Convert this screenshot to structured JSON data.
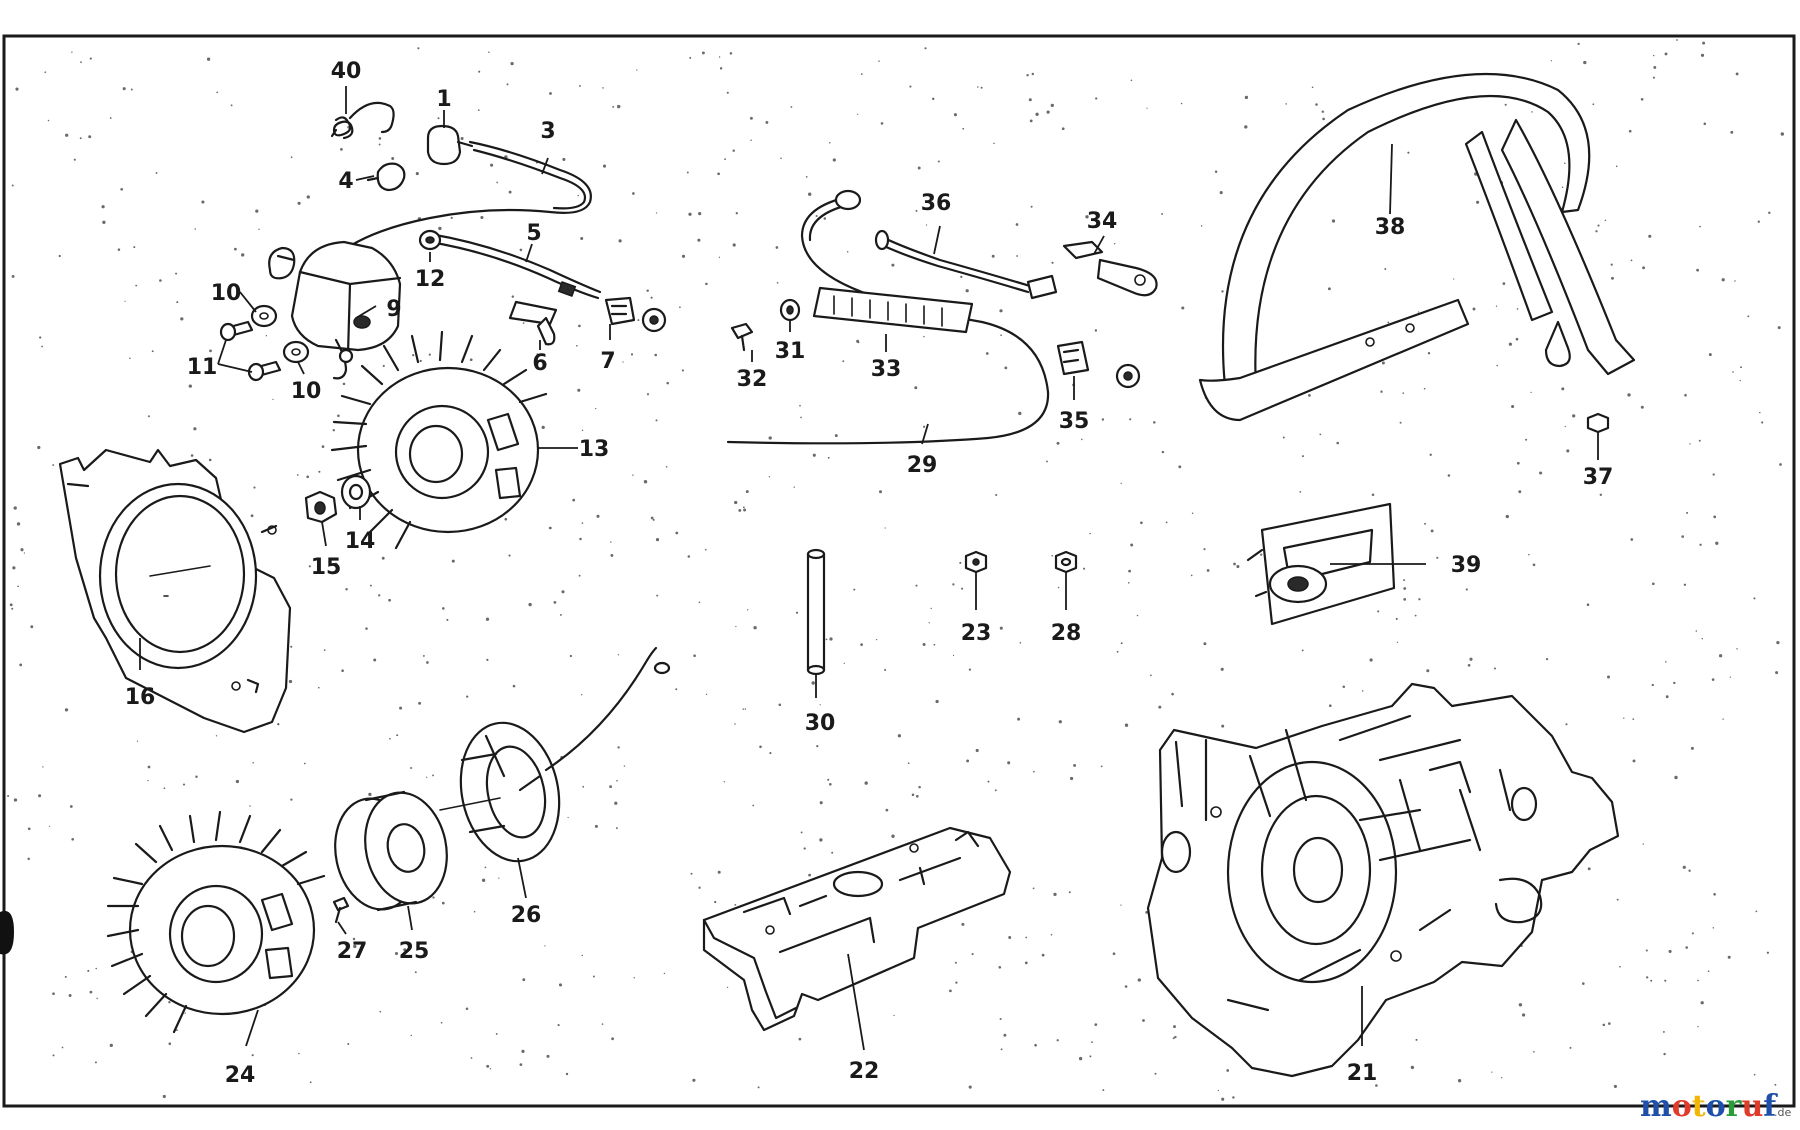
{
  "parts": [
    {
      "id": "p40",
      "label": "40"
    },
    {
      "id": "p1",
      "label": "1"
    },
    {
      "id": "p3",
      "label": "3"
    },
    {
      "id": "p4",
      "label": "4"
    },
    {
      "id": "p5",
      "label": "5"
    },
    {
      "id": "p12",
      "label": "12"
    },
    {
      "id": "p10a",
      "label": "10"
    },
    {
      "id": "p9",
      "label": "9"
    },
    {
      "id": "p11",
      "label": "11"
    },
    {
      "id": "p10b",
      "label": "10"
    },
    {
      "id": "p6",
      "label": "6"
    },
    {
      "id": "p7",
      "label": "7"
    },
    {
      "id": "p13",
      "label": "13"
    },
    {
      "id": "p14",
      "label": "14"
    },
    {
      "id": "p15",
      "label": "15"
    },
    {
      "id": "p16",
      "label": "16"
    },
    {
      "id": "p36",
      "label": "36"
    },
    {
      "id": "p34",
      "label": "34"
    },
    {
      "id": "p32",
      "label": "32"
    },
    {
      "id": "p31",
      "label": "31"
    },
    {
      "id": "p33",
      "label": "33"
    },
    {
      "id": "p35",
      "label": "35"
    },
    {
      "id": "p29",
      "label": "29"
    },
    {
      "id": "p38",
      "label": "38"
    },
    {
      "id": "p37",
      "label": "37"
    },
    {
      "id": "p39",
      "label": "39"
    },
    {
      "id": "p23",
      "label": "23"
    },
    {
      "id": "p28",
      "label": "28"
    },
    {
      "id": "p30",
      "label": "30"
    },
    {
      "id": "p26",
      "label": "26"
    },
    {
      "id": "p25",
      "label": "25"
    },
    {
      "id": "p27",
      "label": "27"
    },
    {
      "id": "p24",
      "label": "24"
    },
    {
      "id": "p22",
      "label": "22"
    },
    {
      "id": "p21",
      "label": "21"
    }
  ],
  "watermark": {
    "letters": [
      "m",
      "o",
      "t",
      "o",
      "r",
      "u",
      "f"
    ],
    "colors": [
      "#1f4fa8",
      "#e03a2a",
      "#f2b705",
      "#1f4fa8",
      "#2a9d3a",
      "#e03a2a",
      "#1f4fa8"
    ],
    "suffix": ".de"
  }
}
